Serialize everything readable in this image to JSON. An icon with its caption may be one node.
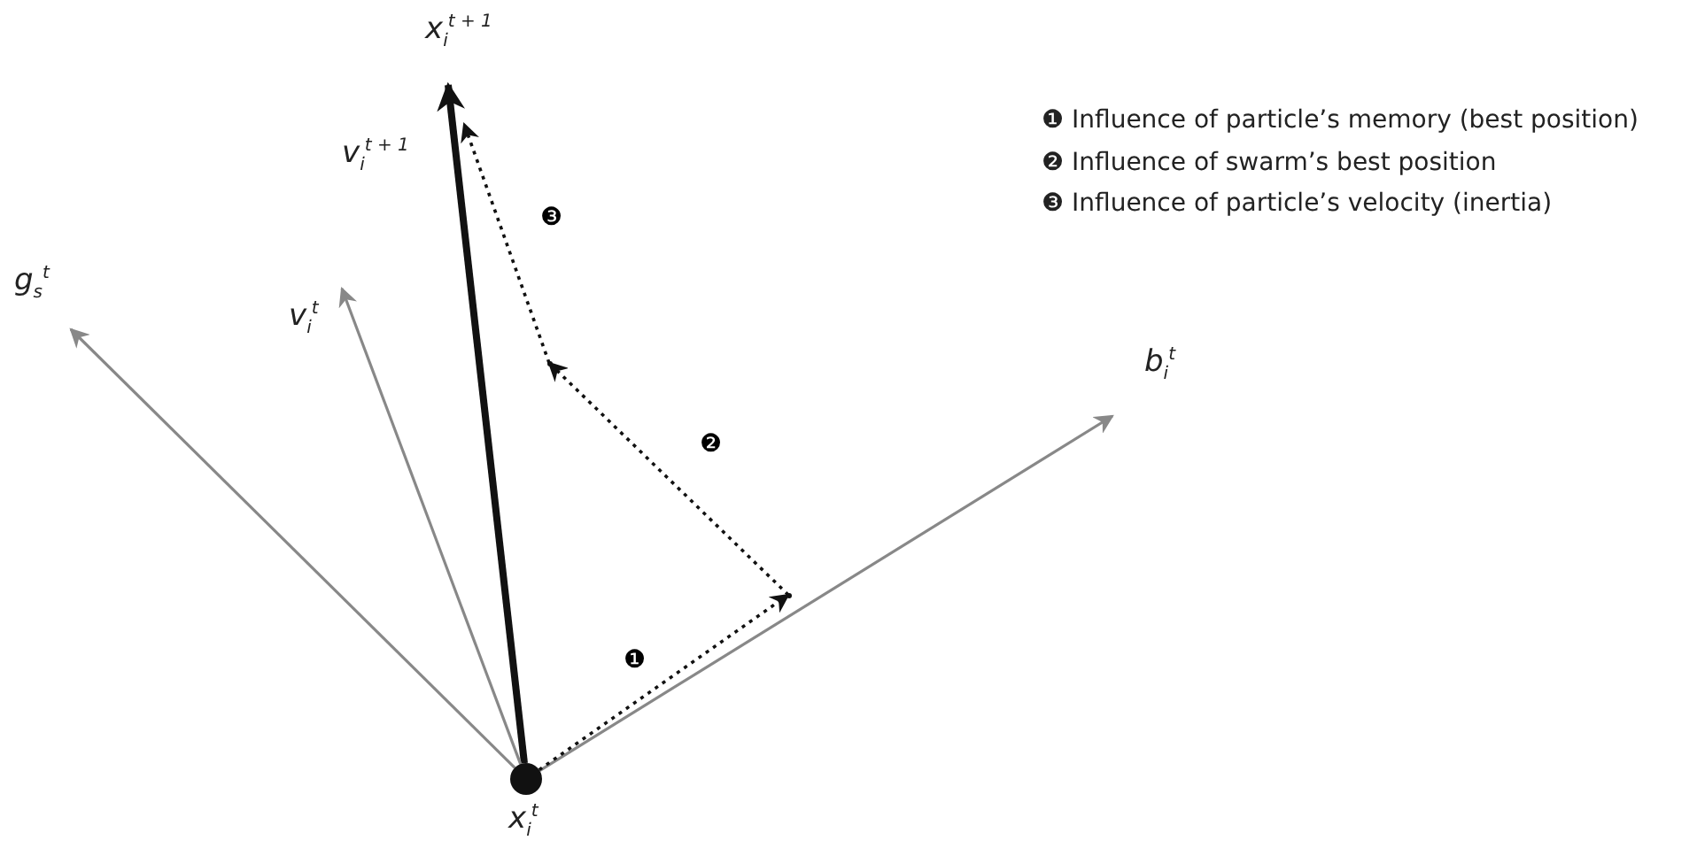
{
  "diagram": {
    "nodes": [
      {
        "text": [],
        "shape": "circle",
        "beside": [
          "x$_{i}$$^{t}$"
        ]
      },
      {
        "text": [
          "x$_{i}$$^{t + 1}$"
        ]
      },
      {
        "text": [
          "v$_{i}$$^{t}$"
        ]
      },
      {
        "text": [
          "g$_{s}$$^{t}$"
        ]
      },
      {
        "text": [
          "b$_{i}$$^{t}$"
        ]
      },
      {
        "text": [],
        "shape": "point"
      },
      {
        "text": [],
        "shape": "point"
      },
      {
        "text": [
          "v$_{i}$$^{t + 1}$"
        ]
      }
    ],
    "edges": [
      {
        "from": 0,
        "to": 1,
        "arrow": "to",
        "style": "thick"
      },
      {
        "from": 0,
        "to": 2,
        "arrow": "to",
        "color": "#888888"
      },
      {
        "from": 0,
        "to": 3,
        "arrow": "to",
        "color": "#888888"
      },
      {
        "from": 0,
        "to": 4,
        "arrow": "to",
        "color": "#888888"
      },
      {
        "from": 0,
        "to": 5,
        "arrow": "to",
        "style": "dashed",
        "label": "❶"
      },
      {
        "from": 5,
        "to": 6,
        "arrow": "to",
        "style": "dashed",
        "label": "❷"
      },
      {
        "from": 6,
        "to": 7,
        "arrow": "to",
        "style": "dashed",
        "label": "❸"
      }
    ],
    "legend": [
      {
        "text": "❶ Influence of particle’s memory (best position)"
      },
      {
        "text": "❷ Influence of swarm’s best position"
      },
      {
        "text": "❸ Influence of particle’s velocity (inertia)"
      }
    ]
  }
}
